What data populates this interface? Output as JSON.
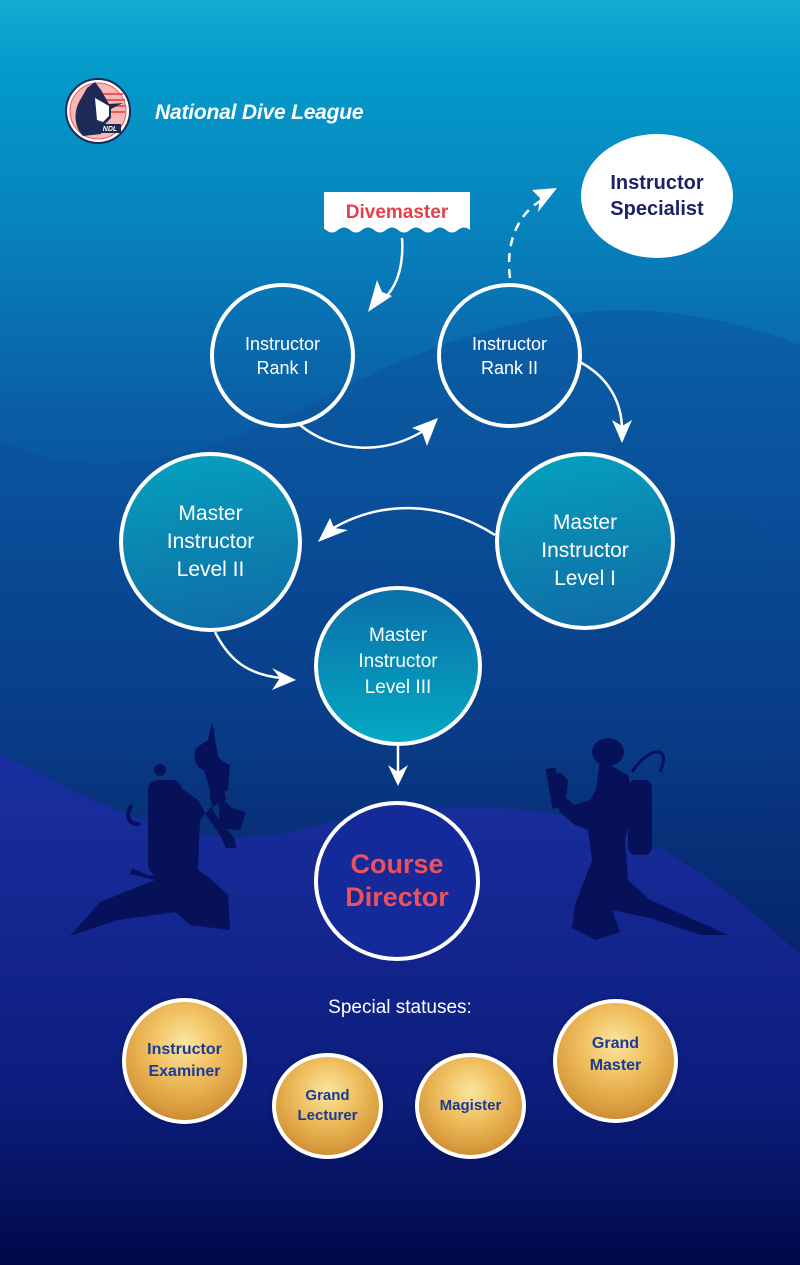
{
  "brand": {
    "name": "National Dive League",
    "logo_text": "NDL",
    "logo_icon": "helmeted-head-emblem-icon"
  },
  "colors": {
    "accent_red": "#e8404b",
    "navy_text": "#1d2266",
    "gold_text": "#1a3a96",
    "teal_node": "#0692b8",
    "bg_top": "#14acd2",
    "bg_bottom": "#00084a"
  },
  "diagram": {
    "entry": {
      "label": "Divemaster"
    },
    "nodes": [
      {
        "id": "instructor-rank-1",
        "lines": [
          "Instructor",
          "Rank I"
        ]
      },
      {
        "id": "instructor-rank-2",
        "lines": [
          "Instructor",
          "Rank II"
        ]
      },
      {
        "id": "instructor-specialist",
        "lines": [
          "Instructor",
          "Specialist"
        ]
      },
      {
        "id": "master-instructor-level-1",
        "lines": [
          "Master",
          "Instructor",
          "Level I"
        ]
      },
      {
        "id": "master-instructor-level-2",
        "lines": [
          "Master",
          "Instructor",
          "Level II"
        ]
      },
      {
        "id": "master-instructor-level-3",
        "lines": [
          "Master",
          "Instructor",
          "Level III"
        ]
      },
      {
        "id": "course-director",
        "lines": [
          "Course",
          "Director"
        ]
      }
    ],
    "edges": [
      {
        "from": "Divemaster",
        "to": "Instructor Rank I",
        "style": "solid"
      },
      {
        "from": "Instructor Rank I",
        "to": "Instructor Rank II",
        "style": "solid"
      },
      {
        "from": "Instructor Rank II",
        "to": "Instructor Specialist",
        "style": "dashed"
      },
      {
        "from": "Instructor Rank II",
        "to": "Master Instructor Level I",
        "style": "solid"
      },
      {
        "from": "Master Instructor Level I",
        "to": "Master Instructor Level II",
        "style": "solid"
      },
      {
        "from": "Master Instructor Level II",
        "to": "Master Instructor Level III",
        "style": "solid"
      },
      {
        "from": "Master Instructor Level III",
        "to": "Course Director",
        "style": "solid"
      }
    ]
  },
  "special": {
    "title": "Special statuses:",
    "items": [
      {
        "lines": [
          "Instructor",
          "Examiner"
        ]
      },
      {
        "lines": [
          "Grand",
          "Lecturer"
        ]
      },
      {
        "lines": [
          "Magister"
        ]
      },
      {
        "lines": [
          "Grand",
          "Master"
        ]
      }
    ]
  }
}
